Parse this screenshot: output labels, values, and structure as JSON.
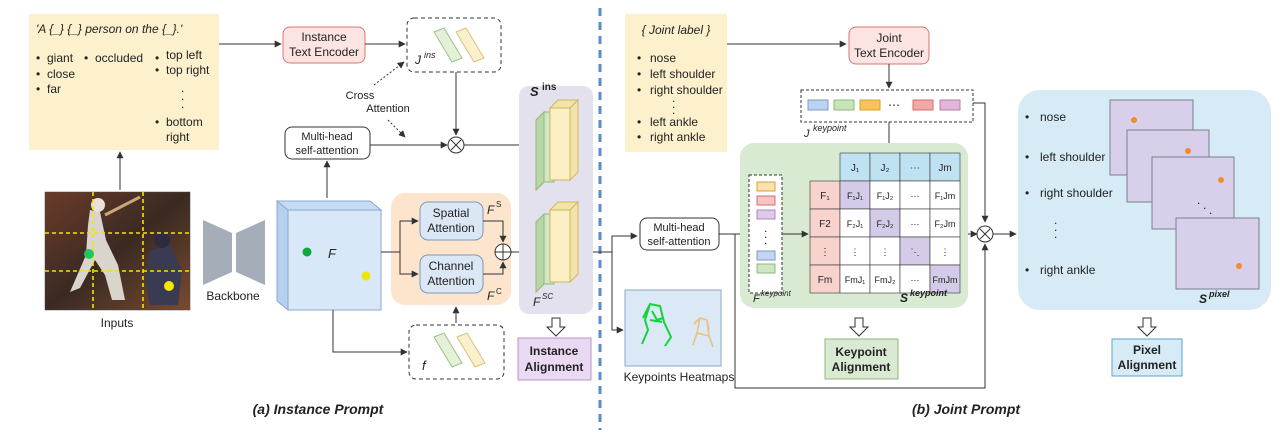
{
  "instance": {
    "template": "'A {_} {_} person on the {_}.'",
    "attrs_col1": [
      "giant",
      "close",
      "far"
    ],
    "attrs_col2": [
      "occluded"
    ],
    "attrs_col3": [
      "top left",
      "top right"
    ],
    "attrs_col3_bottom": [
      "bottom",
      "right"
    ],
    "text_encoder": [
      "Instance",
      "Text Encoder"
    ],
    "j_ins": {
      "base": "J",
      "sup": "ins"
    },
    "cross_attention": [
      "Cross",
      "Attention"
    ],
    "mhsa": [
      "Multi-head",
      "self-attention"
    ],
    "inputs_label": "Inputs",
    "backbone_label": "Backbone",
    "feature_label": "F",
    "spatial": [
      "Spatial",
      "Attention"
    ],
    "channel": [
      "Channel",
      "Attention"
    ],
    "f_s": {
      "base": "F",
      "sup": "S"
    },
    "f_c": {
      "base": "F",
      "sup": "C"
    },
    "f_sc": {
      "base": "F",
      "sup": "SC"
    },
    "s_ins": {
      "base": "S",
      "sup": "ins"
    },
    "f_small": "f",
    "alignment": [
      "Instance",
      "Alignment"
    ],
    "caption": "(a) Instance Prompt"
  },
  "joint": {
    "label_box": "{ Joint label }",
    "joints": [
      "nose",
      "left shoulder",
      "right shoulder",
      "left ankle",
      "right ankle"
    ],
    "text_encoder": [
      "Joint",
      "Text Encoder"
    ],
    "j_kp": {
      "base": "J",
      "sup": "keypoint"
    },
    "mhsa": [
      "Multi-head",
      "self-attention"
    ],
    "heatmap_label": "Keypoints Heatmaps",
    "f_kp": {
      "base": "F",
      "sup": "keypoint"
    },
    "s_kp": {
      "base": "S",
      "sup": "keypoint"
    },
    "matrix_cols": [
      "J₁",
      "J₂",
      "⋯",
      "Jm"
    ],
    "matrix_rows": [
      "F₁",
      "F2",
      "⋮",
      "Fm"
    ],
    "matrix_cells": [
      [
        "F₁J₁",
        "F₁J₂",
        "⋯",
        "F₁Jm"
      ],
      [
        "F₂J₁",
        "F₂J₂",
        "⋯",
        "F₂Jm"
      ],
      [
        "⋮",
        "⋮",
        "⋱",
        "⋮"
      ],
      [
        "FmJ₁",
        "FmJ₂",
        "⋯",
        "FmJm"
      ]
    ],
    "kp_alignment": [
      "Keypoint",
      "Alignment"
    ],
    "pixel_joints": [
      "nose",
      "left shoulder",
      "right shoulder",
      "right ankle"
    ],
    "s_pixel": {
      "base": "S",
      "sup": "pixel"
    },
    "pixel_alignment": [
      "Pixel",
      "Alignment"
    ],
    "caption": "(b) Joint Prompt"
  },
  "colors": {
    "prompt_bg": "#fdf0cc",
    "encoder_fill": "#fbe4e1",
    "encoder_stroke": "#d9776d",
    "green_panel": "#d9ead3",
    "blue_panel": "#d6ebf5",
    "divider": "#5b8bc9",
    "purple_card": "#d8d0ea"
  }
}
